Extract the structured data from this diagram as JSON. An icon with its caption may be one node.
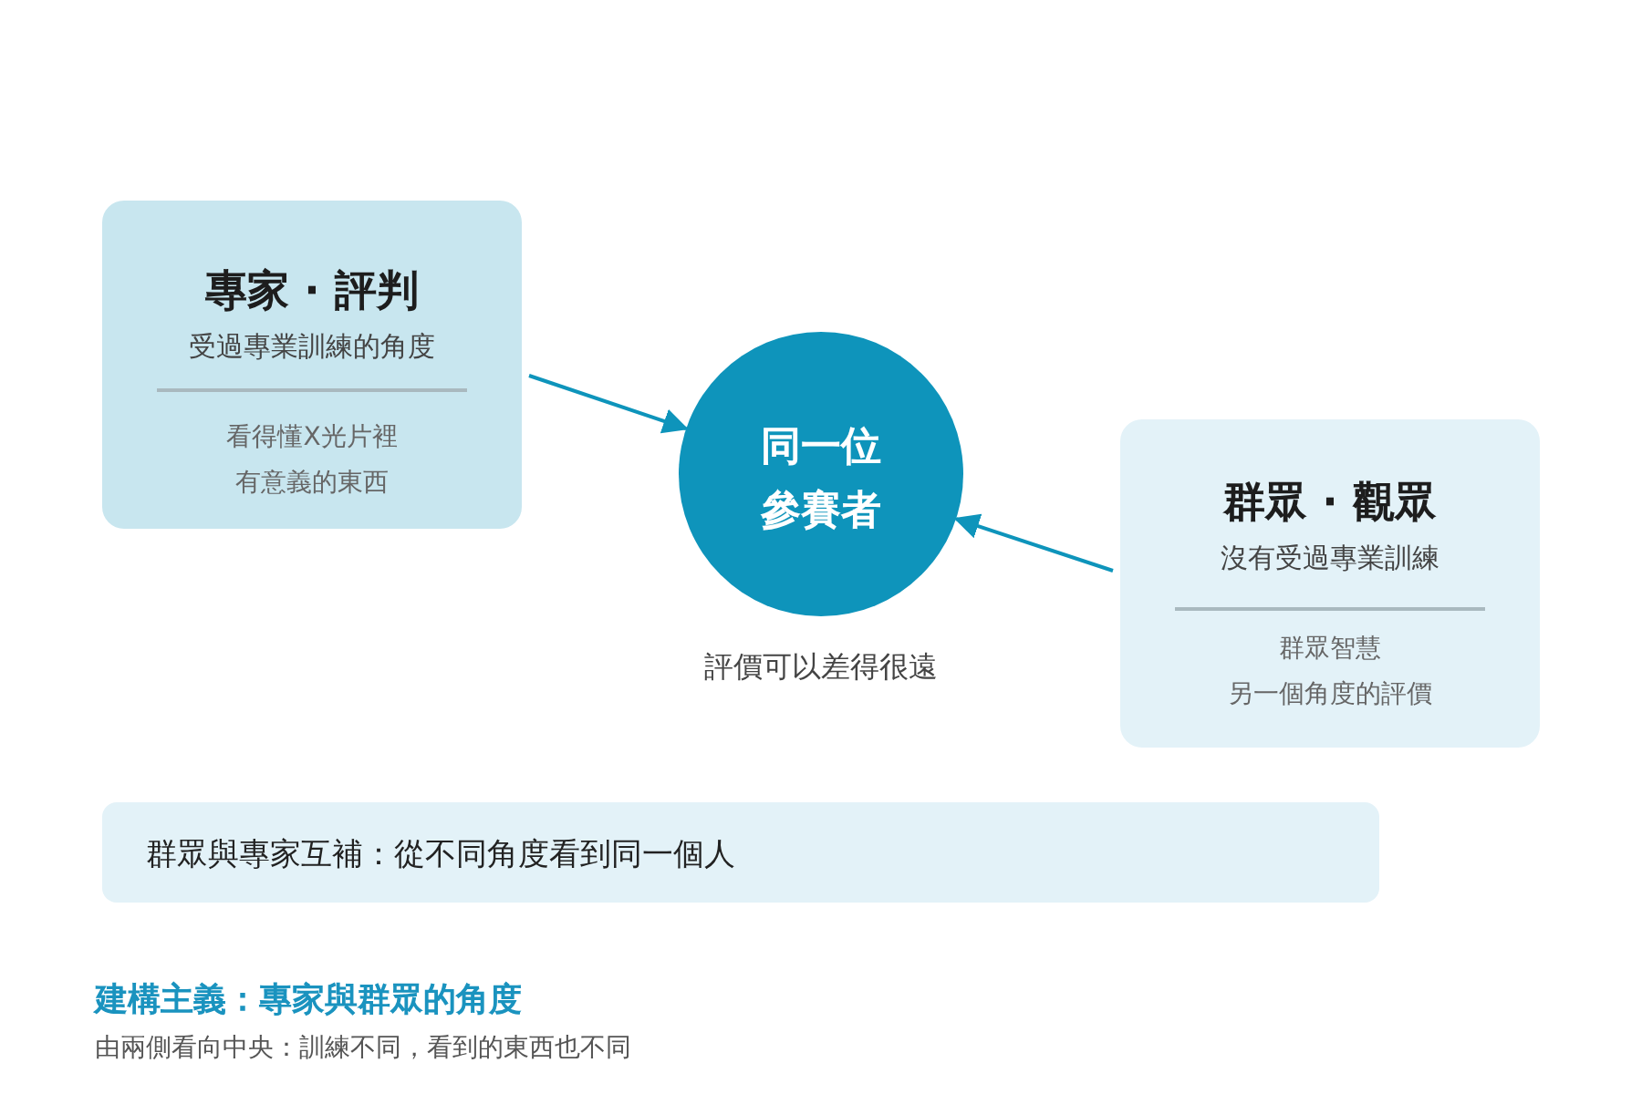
{
  "diagram": {
    "title": "建構主義：專家與群眾的角度",
    "caption": "由兩側看向中央：訓練不同，看到的東西也不同",
    "nodes": [
      {
        "text": [
          "專家 · 評判",
          "受過專業訓練的角度",
          "看得懂X光片裡有意義的東西"
        ]
      },
      {
        "text": [
          "同一位參賽者"
        ],
        "beside": [
          "評價可以差得很遠"
        ]
      },
      {
        "text": [
          "群眾 · 觀眾",
          "沒有受過專業訓練",
          "群眾智慧另一個角度的評價"
        ]
      },
      {
        "text": [
          "群眾與專家互補：從不同角度看到同一個人"
        ]
      }
    ],
    "edges": [
      {
        "from": 0,
        "to": 1,
        "arrow": "to"
      },
      {
        "from": 2,
        "to": 1,
        "arrow": "to"
      }
    ]
  }
}
